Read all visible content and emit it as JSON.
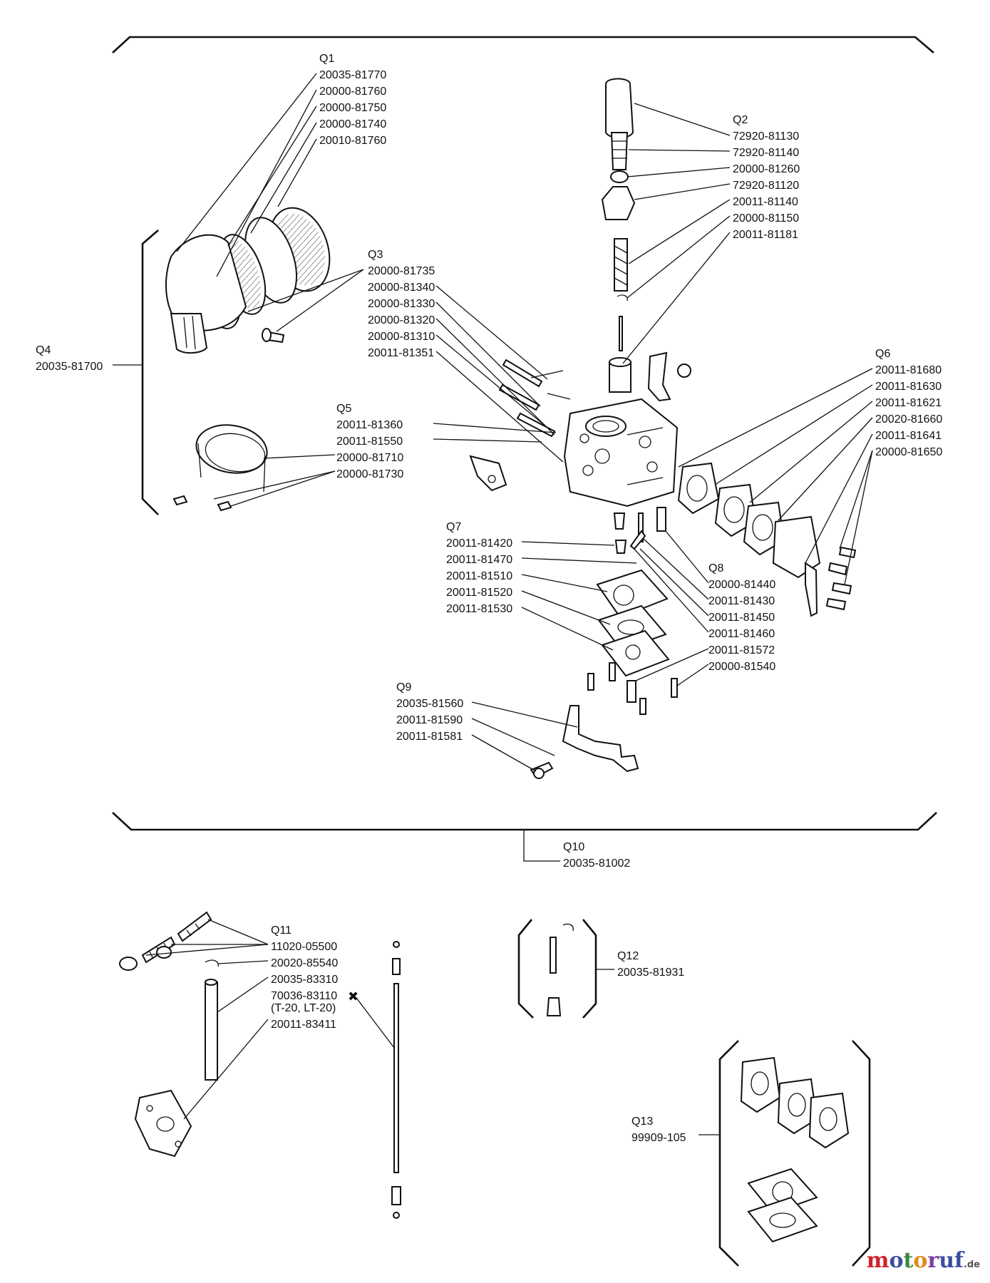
{
  "groups": [
    {
      "id": "Q1",
      "labels": [
        "Q1",
        "20035-81770",
        "20000-81760",
        "20000-81750",
        "20000-81740",
        "20010-81760"
      ]
    },
    {
      "id": "Q2",
      "labels": [
        "Q2",
        "72920-81130",
        "72920-81140",
        "20000-81260",
        "72920-81120",
        "20011-81140",
        "20000-81150",
        "20011-81181"
      ]
    },
    {
      "id": "Q3",
      "labels": [
        "Q3",
        "20000-81735",
        "20000-81340",
        "20000-81330",
        "20000-81320",
        "20000-81310",
        "20011-81351"
      ]
    },
    {
      "id": "Q4",
      "labels": [
        "Q4",
        "20035-81700"
      ]
    },
    {
      "id": "Q5",
      "labels": [
        "Q5",
        "20011-81360",
        "20011-81550",
        "20000-81710",
        "20000-81730"
      ]
    },
    {
      "id": "Q6",
      "labels": [
        "Q6",
        "20011-81680",
        "20011-81630",
        "20011-81621",
        "20020-81660",
        "20011-81641",
        "20000-81650"
      ]
    },
    {
      "id": "Q7",
      "labels": [
        "Q7",
        "20011-81420",
        "20011-81470",
        "20011-81510",
        "20011-81520",
        "20011-81530"
      ]
    },
    {
      "id": "Q8",
      "labels": [
        "Q8",
        "20000-81440",
        "20011-81430",
        "20011-81450",
        "20011-81460",
        "20011-81572",
        "20000-81540"
      ]
    },
    {
      "id": "Q9",
      "labels": [
        "Q9",
        "20035-81560",
        "20011-81590",
        "20011-81581"
      ]
    },
    {
      "id": "Q10",
      "labels": [
        "Q10",
        "20035-81002"
      ]
    },
    {
      "id": "Q11",
      "labels": [
        "Q11",
        "11020-05500",
        "20020-85540",
        "20035-83310",
        "70036-83110",
        "(T-20, LT-20)",
        "20011-83411"
      ]
    },
    {
      "id": "Q12",
      "labels": [
        "Q12",
        "20035-81931"
      ]
    },
    {
      "id": "Q13",
      "labels": [
        "Q13",
        "99909-105"
      ]
    }
  ],
  "marker": "✖",
  "brand": {
    "name_parts": [
      "m",
      "o",
      "t",
      "o",
      "r",
      "uf"
    ],
    "suffix": ".de"
  }
}
